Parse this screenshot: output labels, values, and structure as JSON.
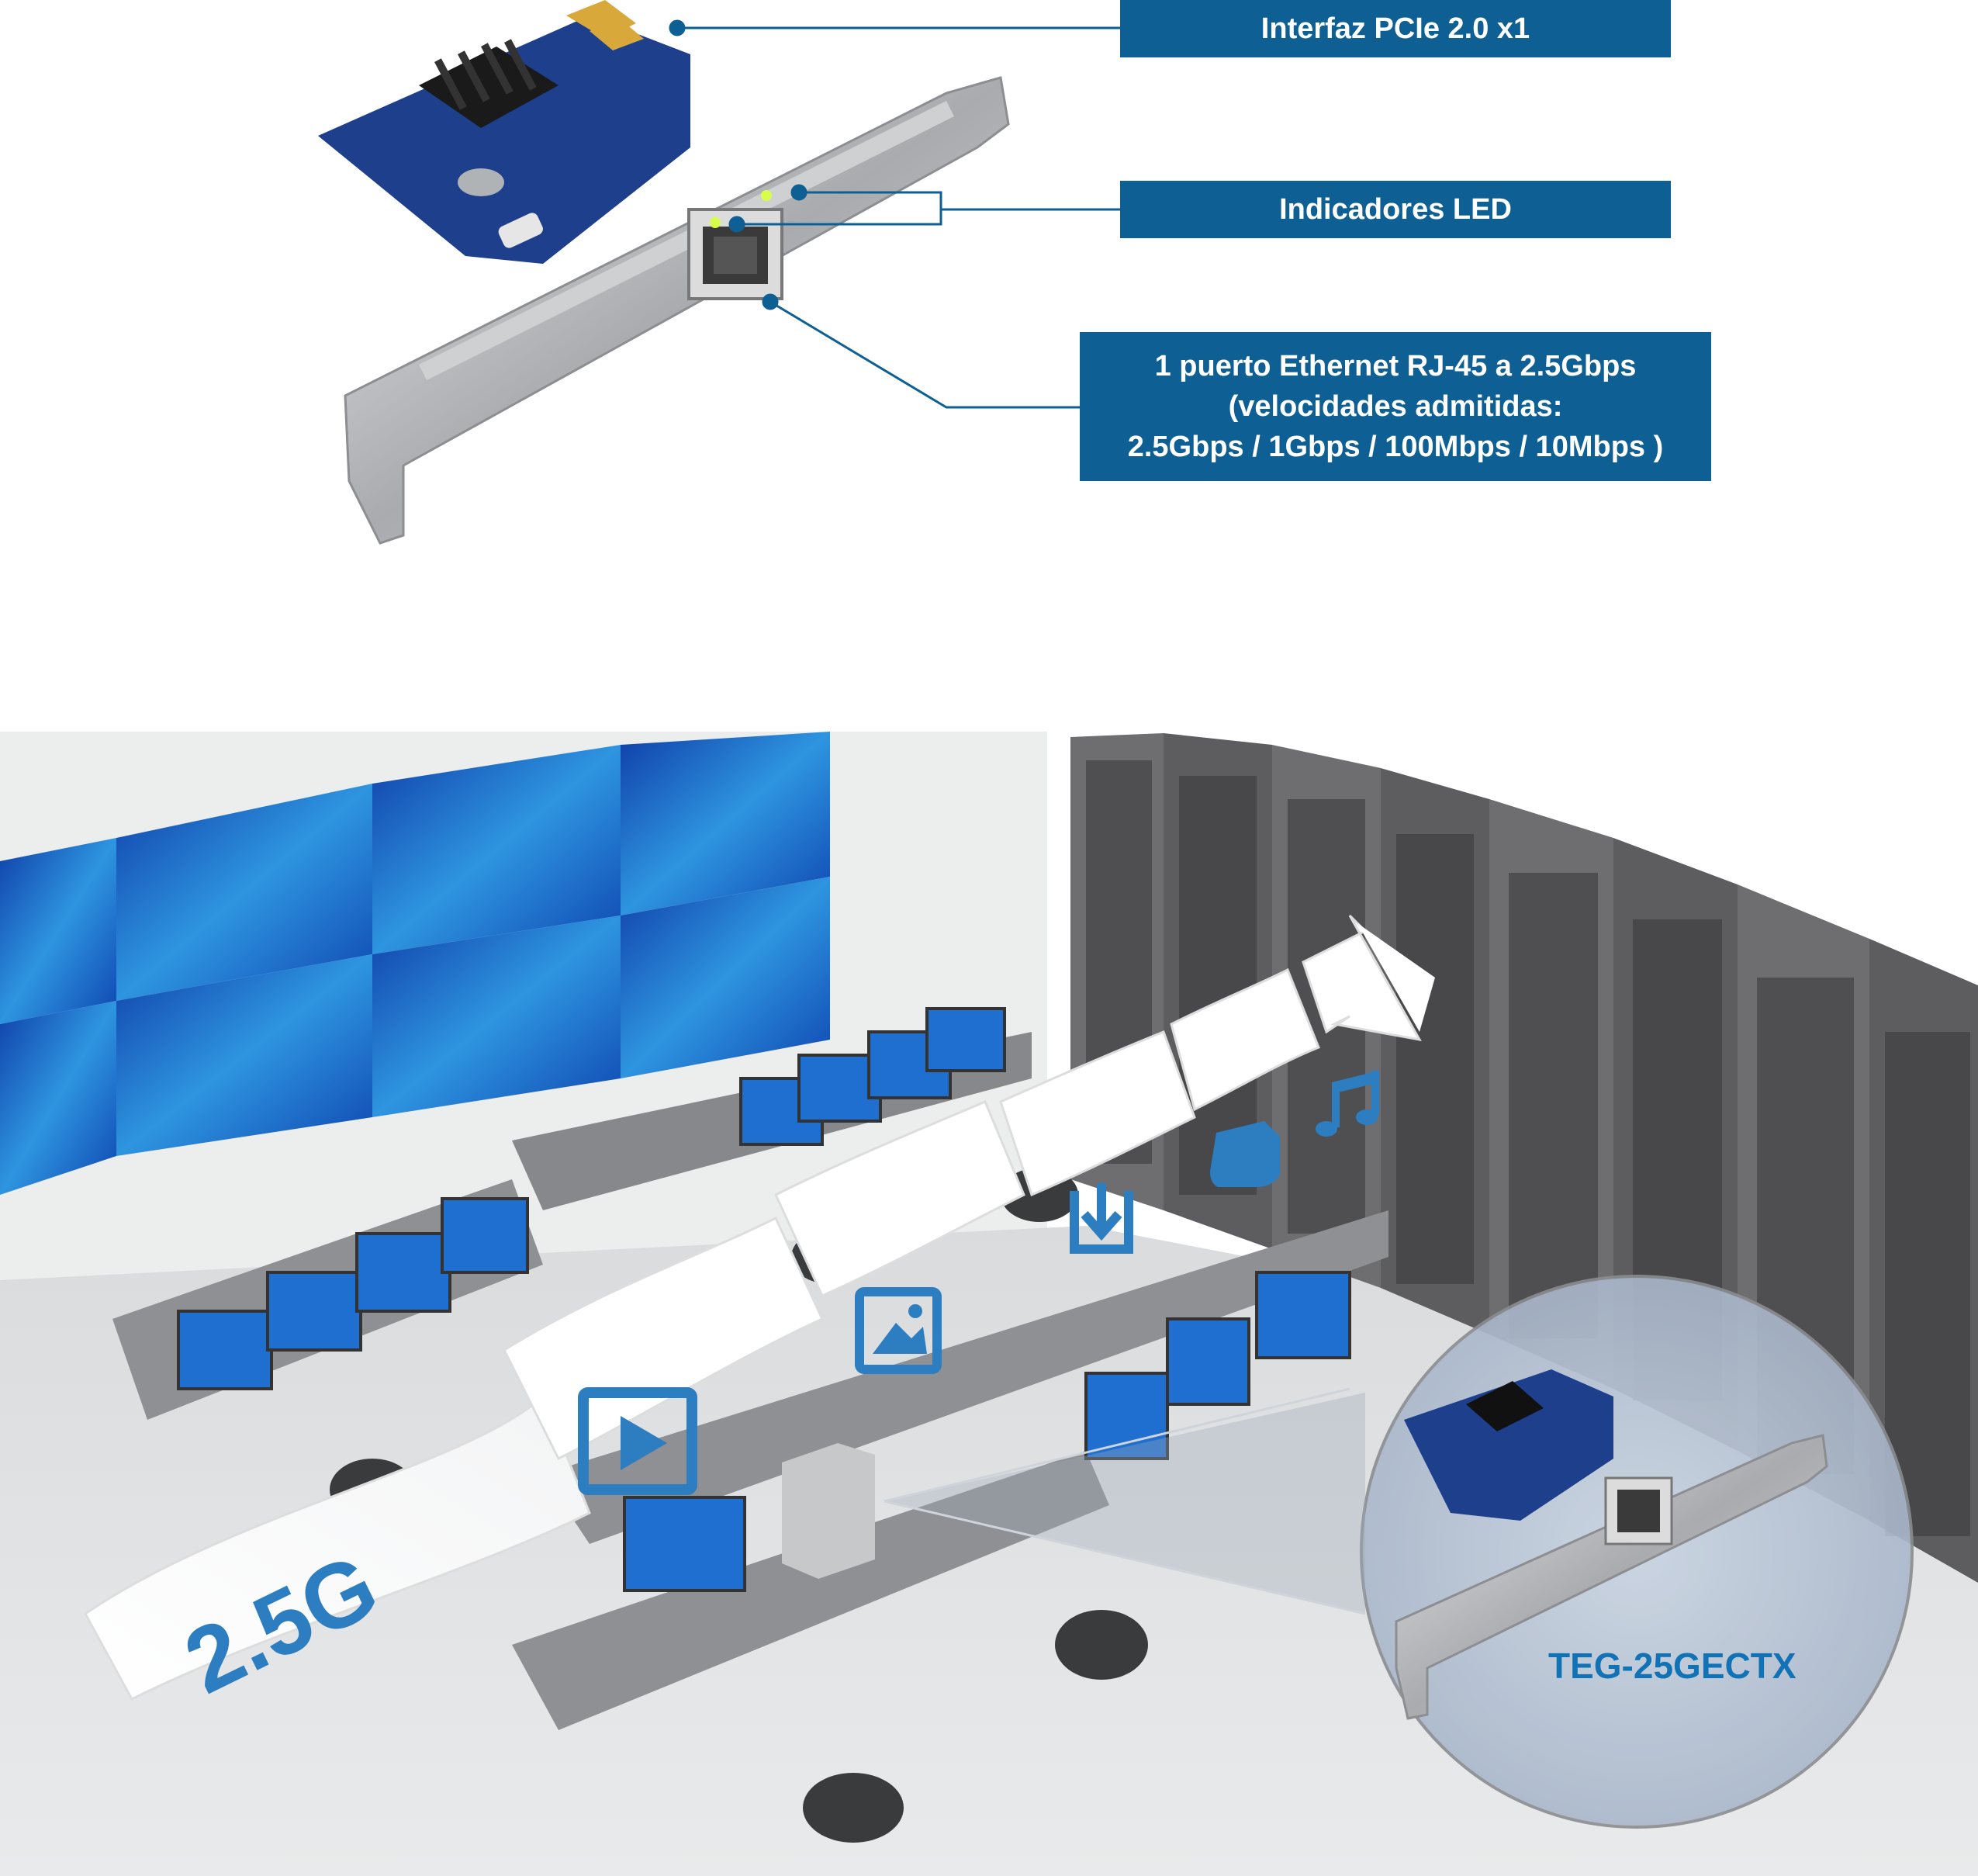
{
  "callouts": {
    "pcie": "Interfaz PCIe 2.0 x1",
    "led": "Indicadores LED",
    "ethernet_line1": "1 puerto Ethernet RJ-45 a 2.5Gbps",
    "ethernet_line2": "(velocidades admitidas:",
    "ethernet_line3": "2.5Gbps / 1Gbps / 100Mbps / 10Mbps )"
  },
  "scene": {
    "speed_label": "2.5G",
    "model_label": "TEG-25GECTX",
    "stream_icons": [
      "video-icon",
      "image-icon",
      "download-icon",
      "document-icon",
      "music-icon"
    ]
  },
  "colors": {
    "callout_bg": "#0d5f94",
    "model_text": "#1173b5",
    "screen_blue": "#1e6fd0",
    "pcb_blue": "#1d3f8c",
    "rack_gray": "#6e6e70"
  }
}
